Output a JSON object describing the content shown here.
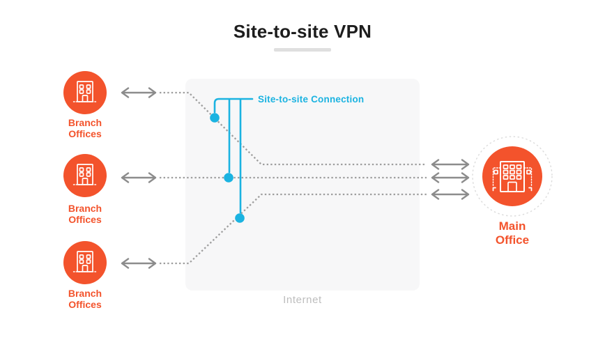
{
  "title": "Site-to-site VPN",
  "labels": {
    "connection": "Site-to-site Connection",
    "internet": "Internet"
  },
  "branches": [
    {
      "line1": "Branch",
      "line2": "Offices"
    },
    {
      "line1": "Branch",
      "line2": "Offices"
    },
    {
      "line1": "Branch",
      "line2": "Offices"
    }
  ],
  "main_office": {
    "line1": "Main",
    "line2": "Office"
  },
  "icons": {
    "branch_office": "building-icon",
    "main_office": "large-building-icon",
    "link": "double-headed-arrow-icon"
  },
  "colors": {
    "orange": "#F3532C",
    "cyan": "#1BB3E1",
    "line_gray": "#9E9E9E",
    "arrow_gray": "#8C8C8C",
    "box_bg": "#F7F7F8",
    "ring": "#DBDBDB",
    "muted_text": "#BDBDBD",
    "title_color": "#1D1D1D",
    "underline": "#DFDFDF"
  }
}
